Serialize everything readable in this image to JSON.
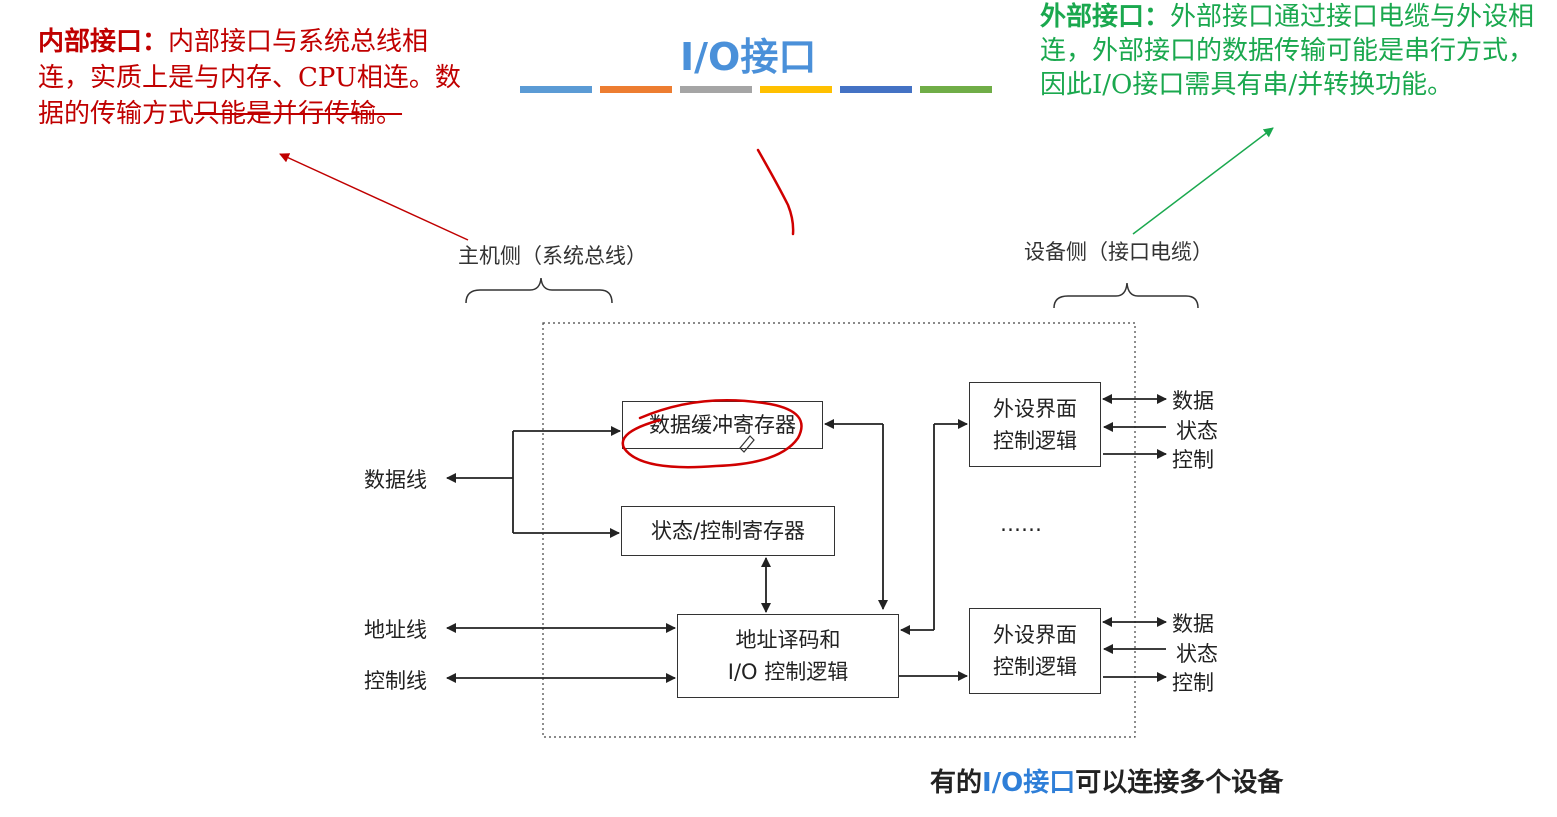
{
  "title": "I/O接口",
  "title_bar_colors": [
    "#5b9bd5",
    "#ed7d31",
    "#a5a5a5",
    "#ffc000",
    "#4472c4",
    "#70ad47"
  ],
  "notes": {
    "internal": {
      "heading": "内部接口：",
      "body": "内部接口与系统总线相连，实质上是与内存、CPU相连。数据的传输方式",
      "struck": "只能是并行传输。"
    },
    "external": {
      "heading": "外部接口：",
      "body": "外部接口通过接口电缆与外设相连，外部接口的数据传输可能是串行方式，因此I/O接口需具有串/并转换功能。"
    }
  },
  "diagram": {
    "host_side": "主机侧（系统总线）",
    "device_side": "设备侧（接口电缆）",
    "bus_labels": {
      "data": "数据线",
      "address": "地址线",
      "control": "控制线"
    },
    "blocks": {
      "data_buffer": "数据缓冲寄存器",
      "status_control": "状态/控制寄存器",
      "decode_line1": "地址译码和",
      "decode_line2": "I/O 控制逻辑",
      "device_ctrl_line1": "外设界面",
      "device_ctrl_line2": "控制逻辑"
    },
    "signals": [
      "数据",
      "状态",
      "控制"
    ],
    "ellipsis": "……"
  },
  "footer": {
    "prefix": "有的",
    "accent": "I/O接口",
    "suffix": "可以连接多个设备"
  }
}
